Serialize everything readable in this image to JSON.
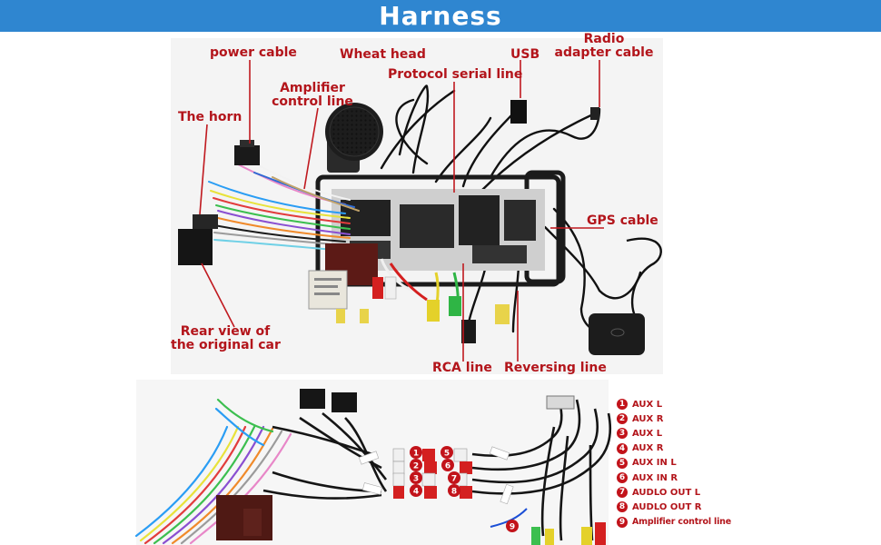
{
  "title": "Harness",
  "labels": {
    "power_cable": "power cable",
    "wheat_head": "Wheat head",
    "usb": "USB",
    "radio_adapter_line1": "Radio",
    "radio_adapter_line2": "adapter cable",
    "amplifier_line1": "Amplifier",
    "amplifier_line2": "control line",
    "protocol_serial": "Protocol serial line",
    "the_horn": "The horn",
    "gps_cable": "GPS cable",
    "rear_view_line1": "Rear view of",
    "rear_view_line2": "the original car",
    "rca_line": "RCA line",
    "reversing_line": "Reversing line"
  },
  "legend": [
    {
      "num": "1",
      "text": "AUX L"
    },
    {
      "num": "2",
      "text": "AUX R"
    },
    {
      "num": "3",
      "text": "AUX L"
    },
    {
      "num": "4",
      "text": "AUX R"
    },
    {
      "num": "5",
      "text": "AUX IN L"
    },
    {
      "num": "6",
      "text": "AUX IN R"
    },
    {
      "num": "7",
      "text": "AUDLO OUT L"
    },
    {
      "num": "8",
      "text": "AUDLO OUT R"
    },
    {
      "num": "9",
      "text": "Amplifier control line"
    }
  ],
  "photo_badges": [
    "1",
    "5",
    "2",
    "6",
    "3",
    "7",
    "4",
    "8",
    "9"
  ],
  "colors": {
    "banner": "#2f86d0",
    "label_red": "#b3151b",
    "badge_red": "#c2131a",
    "pointer_red": "#c0191f"
  }
}
